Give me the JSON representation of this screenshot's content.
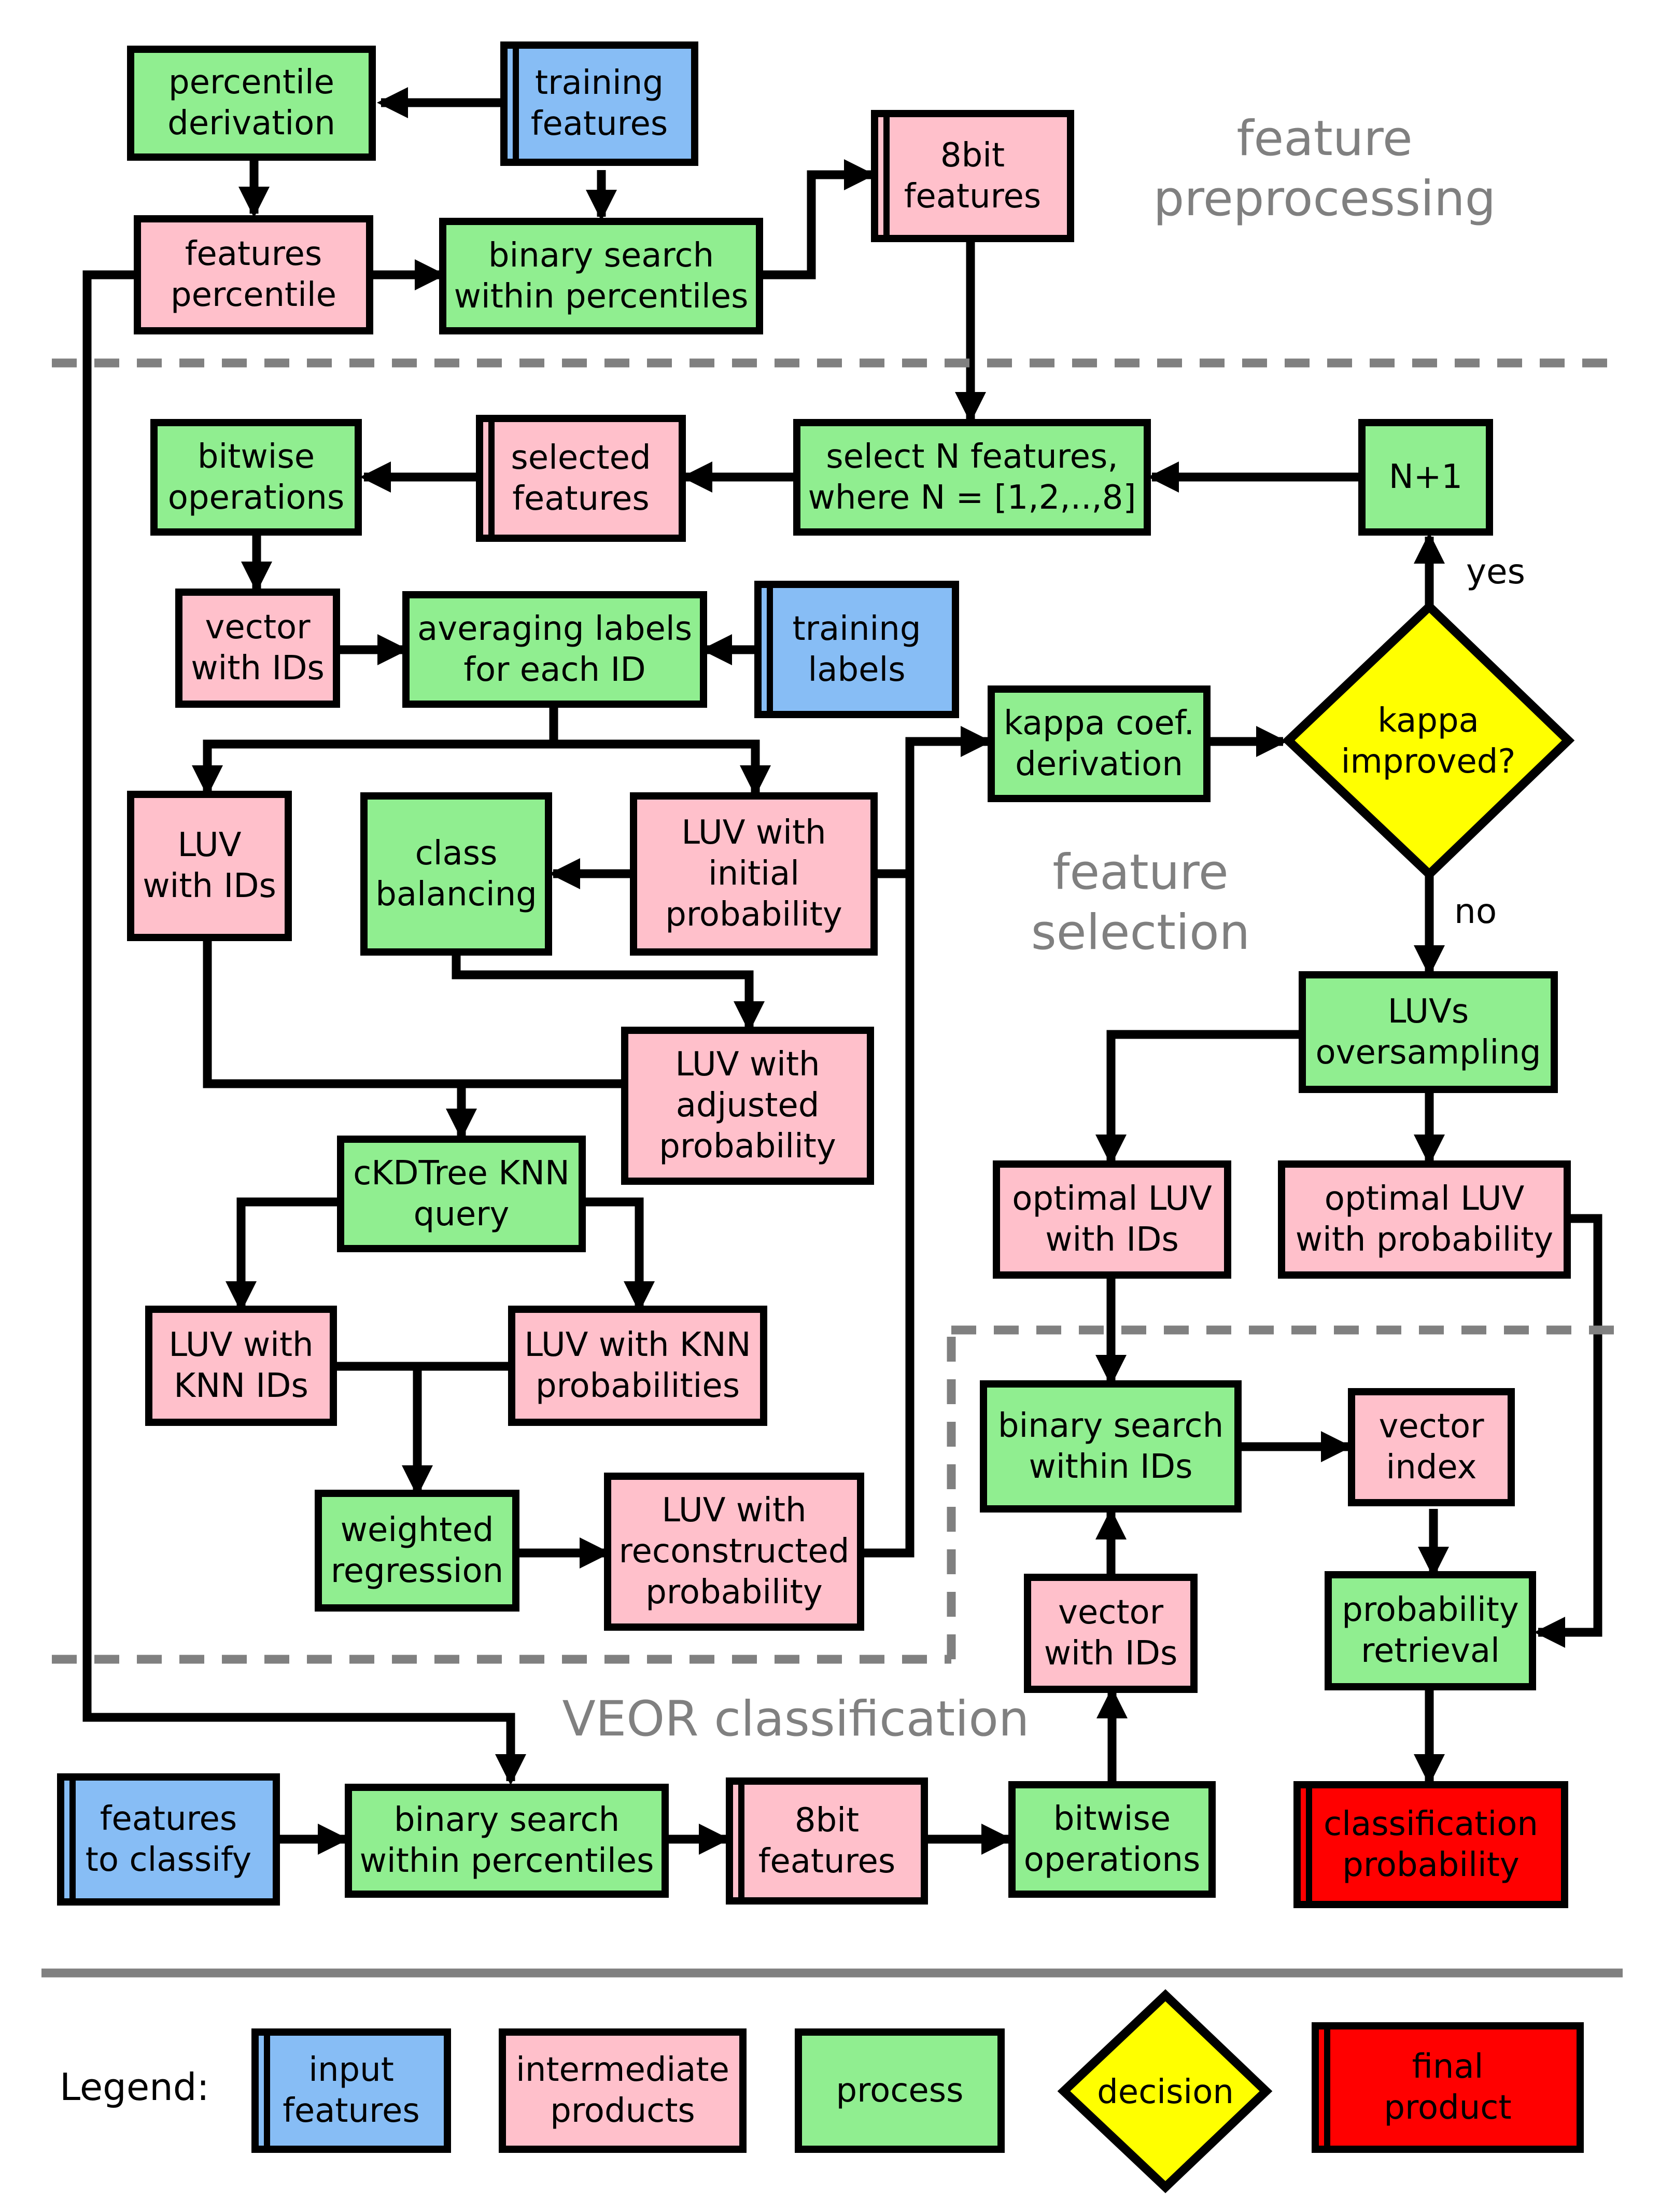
{
  "sections": {
    "preprocessing": "feature\npreprocessing",
    "selection": "feature\nselection",
    "classification": "VEOR classification"
  },
  "nodes": {
    "percentile_derivation": "percentile\nderivation",
    "training_features": "training\nfeatures",
    "features_percentile": "features\npercentile",
    "binary_search_percentiles_top": "binary search\nwithin percentiles",
    "eightbit_features_top": "8bit\nfeatures",
    "bitwise_operations_top": "bitwise\noperations",
    "selected_features": "selected\nfeatures",
    "select_n_features": "select N features,\nwhere N = [1,2,..,8]",
    "n_plus_1": "N+1",
    "vector_with_ids_left": "vector\nwith IDs",
    "averaging_labels": "averaging labels\nfor each ID",
    "training_labels": "training\nlabels",
    "kappa_derivation": "kappa coef.\nderivation",
    "kappa_improved": "kappa\nimproved?",
    "luv_with_ids": "LUV\nwith IDs",
    "class_balancing": "class\nbalancing",
    "luv_initial_probability": "LUV with\ninitial\nprobability",
    "luv_adjusted_probability": "LUV with\nadjusted\nprobability",
    "ckdtree_knn": "cKDTree KNN\nquery",
    "luv_knn_ids": "LUV with\nKNN IDs",
    "luv_knn_probabilities": "LUV with KNN\nprobabilities",
    "weighted_regression": "weighted\nregression",
    "luv_reconstructed_probability": "LUV with\nreconstructed\nprobability",
    "luvs_oversampling": "LUVs\noversampling",
    "optimal_luv_ids": "optimal LUV\nwith IDs",
    "optimal_luv_probability": "optimal LUV\nwith probability",
    "binary_search_ids": "binary search\nwithin IDs",
    "vector_index": "vector\nindex",
    "vector_with_ids_right": "vector\nwith IDs",
    "probability_retrieval": "probability\nretrieval",
    "features_to_classify": "features\nto classify",
    "binary_search_percentiles_bottom": "binary search\nwithin percentiles",
    "eightbit_features_bottom": "8bit\nfeatures",
    "bitwise_operations_bottom": "bitwise\noperations",
    "classification_probability": "classification\nprobability"
  },
  "edge_labels": {
    "yes": "yes",
    "no": "no"
  },
  "legend": {
    "title": "Legend:",
    "input": "input\nfeatures",
    "intermediate": "intermediate\nproducts",
    "process": "process",
    "decision": "decision",
    "final": "final\nproduct"
  },
  "colors": {
    "process": "#90ee90",
    "intermediate": "#ffc0cb",
    "input": "#87bdf5",
    "decision": "#ffff00",
    "final": "#ff0000",
    "section_label": "#808080"
  }
}
